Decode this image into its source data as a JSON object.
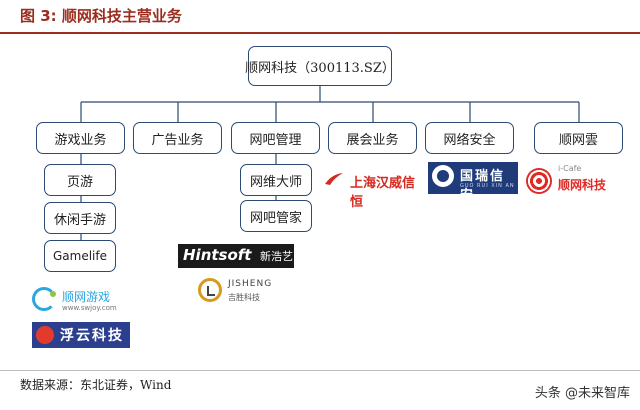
{
  "header": {
    "title": "图 3: 顺网科技主营业务"
  },
  "diagram": {
    "root": "顺网科技（300113.SZ）",
    "categories": [
      {
        "label": "游戏业务",
        "children": [
          "页游",
          "休闲手游",
          "Gamelife"
        ]
      },
      {
        "label": "广告业务",
        "children": []
      },
      {
        "label": "网吧管理",
        "children": [
          "网维大师",
          "网吧管家"
        ]
      },
      {
        "label": "展会业务",
        "children": []
      },
      {
        "label": "网络安全",
        "children": []
      },
      {
        "label": "顺网雲",
        "children": []
      }
    ]
  },
  "logos": {
    "shunwang_game": {
      "text": "顺网游戏",
      "url": "www.swjoy.com"
    },
    "fuyun": {
      "text": "浮云科技"
    },
    "hintsoft": {
      "text_en": "Hintsoft",
      "text_cn": "新浩艺"
    },
    "jisheng": {
      "text_en": "JISHENG",
      "text_cn": "吉胜科技"
    },
    "hanwei": {
      "text": "上海汉威信恒"
    },
    "guorui": {
      "text": "国瑞信安",
      "text_en": "GUO RUI XIN AN"
    },
    "icafe": {
      "text_en": "i-Cafe",
      "text_cn": "顺网科技"
    }
  },
  "footer": {
    "source": "数据来源：东北证券，Wind",
    "watermark": "头条 @未来智库"
  }
}
